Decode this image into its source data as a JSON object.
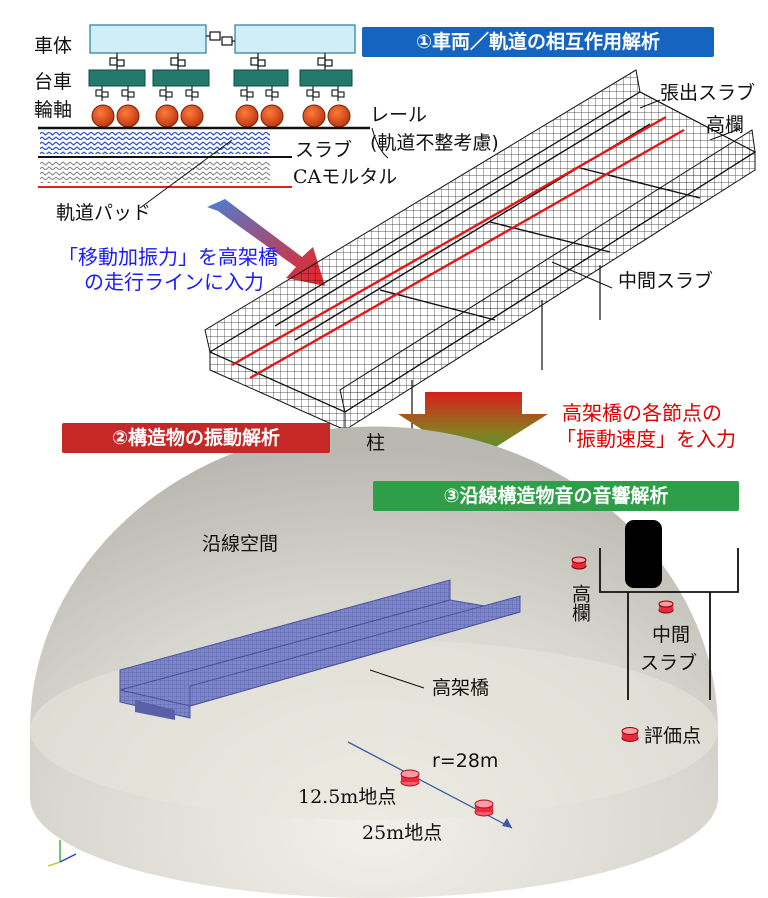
{
  "stage1": {
    "badge": "①車両／軌道の相互作用解析",
    "badge_color": "#1565c0",
    "labels": {
      "car_body": "車体",
      "bogie": "台車",
      "wheelset": "輪軸",
      "rail": "レール",
      "rail_note": "(軌道不整考慮)",
      "slab": "スラブ",
      "ca_mortar": "CAモルタル",
      "track_pad": "軌道パッド"
    },
    "note_line1": "「移動加振力」を高架橋",
    "note_line2": "の走行ラインに入力"
  },
  "stage2": {
    "badge": "②構造物の振動解析",
    "badge_color": "#c62828",
    "labels": {
      "overhang_slab": "張出スラブ",
      "parapet": "高欄",
      "middle_slab": "中間スラブ",
      "column": "柱"
    },
    "note_line1": "高架橋の各節点の",
    "note_line2": "「振動速度」を入力"
  },
  "stage3": {
    "badge": "③沿線構造物音の音響解析",
    "badge_color": "#2e9e48",
    "labels": {
      "space": "沿線空間",
      "viaduct": "高架橋",
      "radius": "r=28m",
      "point1": "12.5m地点",
      "point2": "25m地点"
    },
    "section": {
      "parapet": "高欄",
      "middle_slab_1": "中間",
      "middle_slab_2": "スラブ",
      "eval_point": "評価点"
    }
  }
}
